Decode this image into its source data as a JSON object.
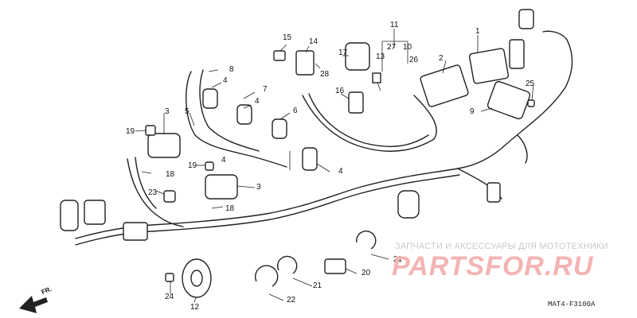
{
  "watermark": {
    "tagline": "ЗАПЧАСТИ И АКСЕССУАРЫ ДЛЯ МОТОТЕХНИКИ",
    "brand": "PARTSFOR.RU"
  },
  "diagram_code": "MAT4-F3100A",
  "direction_label": "FR.",
  "callouts": [
    "1",
    "2",
    "3",
    "3",
    "4",
    "4",
    "4",
    "4",
    "5",
    "6",
    "7",
    "8",
    "9",
    "10",
    "11",
    "12",
    "13",
    "14",
    "15",
    "16",
    "17",
    "18",
    "18",
    "19",
    "19",
    "20",
    "21",
    "21",
    "22",
    "23",
    "24",
    "25",
    "26",
    "27",
    "28"
  ]
}
